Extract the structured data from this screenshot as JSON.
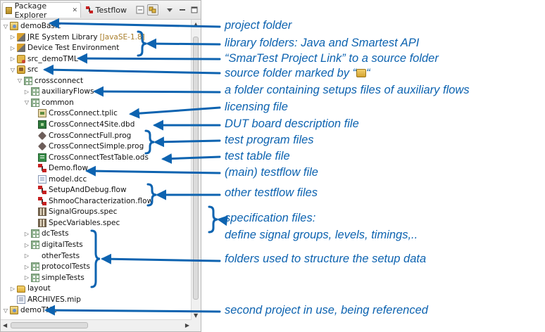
{
  "panel": {
    "tabs": [
      {
        "label": "Package Explorer",
        "close_glyph": "✕",
        "icon": "package-explorer-icon"
      },
      {
        "label": "Testflow",
        "icon": "testflow-icon"
      }
    ]
  },
  "tree": [
    {
      "label": "demoBasic",
      "icon": "project",
      "twisty": "open",
      "indent": 0
    },
    {
      "label": "JRE System Library",
      "decoration": "[JavaSE-1.8]",
      "icon": "lib",
      "twisty": "closed",
      "indent": 1
    },
    {
      "label": "Device Test Environment",
      "icon": "lib",
      "twisty": "closed",
      "indent": 1
    },
    {
      "label": "src_demoTML",
      "icon": "link",
      "twisty": "closed",
      "indent": 1
    },
    {
      "label": "src",
      "icon": "src",
      "twisty": "open",
      "indent": 1
    },
    {
      "label": "crossconnect",
      "icon": "pkg",
      "twisty": "open",
      "indent": 2
    },
    {
      "label": "auxiliaryFlows",
      "icon": "pkg",
      "twisty": "closed",
      "indent": 3
    },
    {
      "label": "common",
      "icon": "pkg",
      "twisty": "open",
      "indent": 3
    },
    {
      "label": "CrossConnect.tplic",
      "icon": "tplic",
      "indent": 4
    },
    {
      "label": "CrossConnect4Site.dbd",
      "icon": "dbd",
      "indent": 4
    },
    {
      "label": "CrossConnectFull.prog",
      "icon": "prog",
      "indent": 4
    },
    {
      "label": "CrossConnectSimple.prog",
      "icon": "prog",
      "indent": 4
    },
    {
      "label": "CrossConnectTestTable.ods",
      "icon": "ods",
      "indent": 4
    },
    {
      "label": "Demo.flow",
      "icon": "flow",
      "indent": 4
    },
    {
      "label": "model.dcc",
      "icon": "dcc",
      "indent": 4
    },
    {
      "label": "SetupAndDebug.flow",
      "icon": "flow",
      "indent": 4
    },
    {
      "label": "ShmooCharacterization.flow",
      "icon": "flow",
      "indent": 4
    },
    {
      "label": "SignalGroups.spec",
      "icon": "spec",
      "indent": 4
    },
    {
      "label": "SpecVariables.spec",
      "icon": "spec",
      "indent": 4
    },
    {
      "label": "dcTests",
      "icon": "pkg",
      "twisty": "closed",
      "indent": 3
    },
    {
      "label": "digitalTests",
      "icon": "pkg",
      "twisty": "closed",
      "indent": 3
    },
    {
      "label": "otherTests",
      "icon": "pkg-brown",
      "twisty": "closed",
      "indent": 3
    },
    {
      "label": "protocolTests",
      "icon": "pkg",
      "twisty": "closed",
      "indent": 3
    },
    {
      "label": "simpleTests",
      "icon": "pkg",
      "twisty": "closed",
      "indent": 3
    },
    {
      "label": "layout",
      "icon": "folder",
      "twisty": "closed",
      "indent": 1
    },
    {
      "label": "ARCHIVES.mip",
      "icon": "mip",
      "indent": 1
    },
    {
      "label": "demoTML",
      "icon": "project",
      "twisty": "open",
      "indent": 0
    }
  ],
  "annotations": [
    {
      "text": "project folder"
    },
    {
      "text": "library folders: Java and Smartest API"
    },
    {
      "text": "“SmarTest Project Link” to a source folder"
    },
    {
      "text": "source folder marked by “",
      "suffix": "“",
      "inline_icon": "source-folder-icon"
    },
    {
      "text": "a folder containing setups files of auxiliary flows"
    },
    {
      "text": "licensing file"
    },
    {
      "text": "DUT board description file"
    },
    {
      "text": "test program files"
    },
    {
      "text": "test table file"
    },
    {
      "text": "(main) testflow file"
    },
    {
      "text": "other testflow files"
    },
    {
      "text": "specification files:"
    },
    {
      "text": "define signal groups, levels, timings,.."
    },
    {
      "text": "folders used to structure the setup data"
    },
    {
      "text": "second project in use, being referenced"
    }
  ],
  "colors": {
    "annotation": "#0d63b0",
    "decoration": "#a87d2a"
  }
}
